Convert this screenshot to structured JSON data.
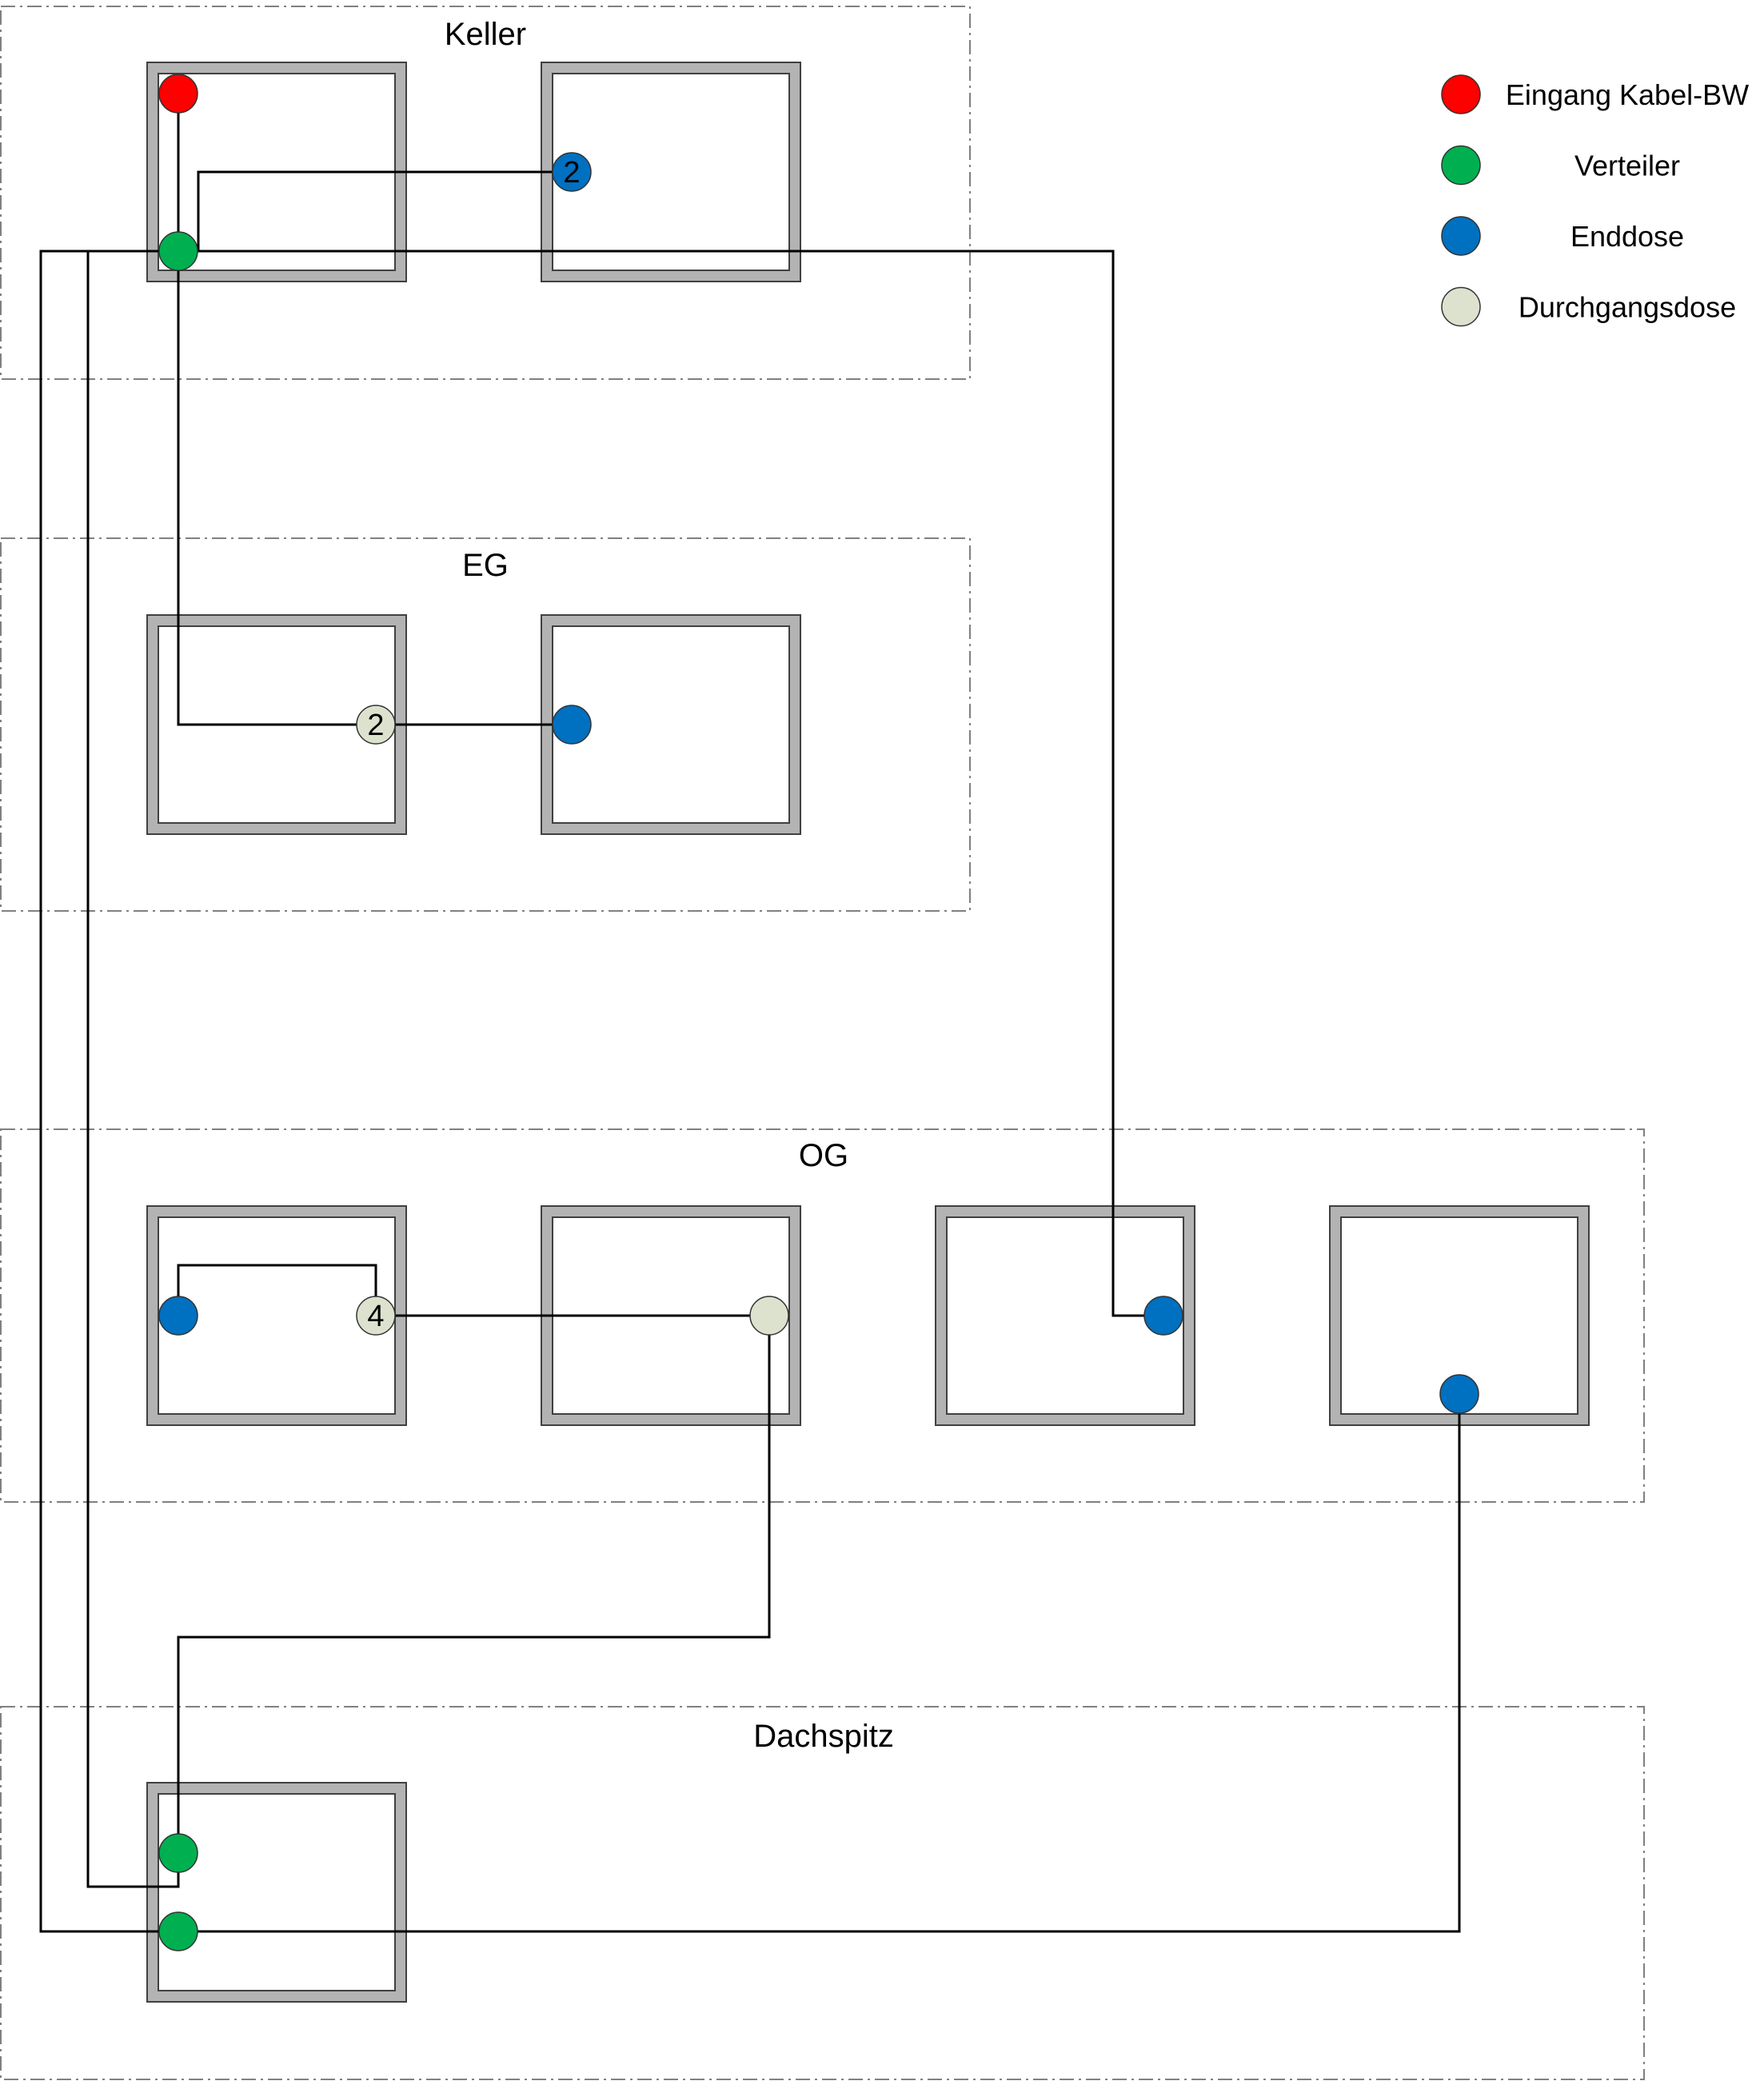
{
  "floors": [
    {
      "id": "keller",
      "label": "Keller"
    },
    {
      "id": "eg",
      "label": "EG"
    },
    {
      "id": "og",
      "label": "OG"
    },
    {
      "id": "dachspitz",
      "label": "Dachspitz"
    }
  ],
  "legend": [
    {
      "type": "eingang",
      "label": "Eingang Kabel-BW",
      "color": "#ff0000"
    },
    {
      "type": "verteiler",
      "label": "Verteiler",
      "color": "#00b050"
    },
    {
      "type": "enddose",
      "label": "Enddose",
      "color": "#0070c0"
    },
    {
      "type": "durchgangsdose",
      "label": "Durchgangsdose",
      "color": "#dde2cf"
    }
  ],
  "nodes": [
    {
      "id": "keller-eingang",
      "floor": "keller",
      "type": "eingang",
      "label": ""
    },
    {
      "id": "keller-verteiler",
      "floor": "keller",
      "type": "verteiler",
      "label": ""
    },
    {
      "id": "keller-enddose",
      "floor": "keller",
      "type": "enddose",
      "label": "2"
    },
    {
      "id": "eg-durchgang",
      "floor": "eg",
      "type": "durchgangsdose",
      "label": "2"
    },
    {
      "id": "eg-enddose",
      "floor": "eg",
      "type": "enddose",
      "label": ""
    },
    {
      "id": "og-enddose-1",
      "floor": "og",
      "type": "enddose",
      "label": ""
    },
    {
      "id": "og-durchgang-1",
      "floor": "og",
      "type": "durchgangsdose",
      "label": "4"
    },
    {
      "id": "og-durchgang-2",
      "floor": "og",
      "type": "durchgangsdose",
      "label": ""
    },
    {
      "id": "og-enddose-3",
      "floor": "og",
      "type": "enddose",
      "label": ""
    },
    {
      "id": "og-enddose-4",
      "floor": "og",
      "type": "enddose",
      "label": ""
    },
    {
      "id": "dach-verteiler-1",
      "floor": "dachspitz",
      "type": "verteiler",
      "label": ""
    },
    {
      "id": "dach-verteiler-2",
      "floor": "dachspitz",
      "type": "verteiler",
      "label": ""
    }
  ],
  "colors": {
    "wall": "#b3b3b3",
    "wall_edge": "#404040",
    "cable": "#000000",
    "floor_border": "#808080"
  }
}
